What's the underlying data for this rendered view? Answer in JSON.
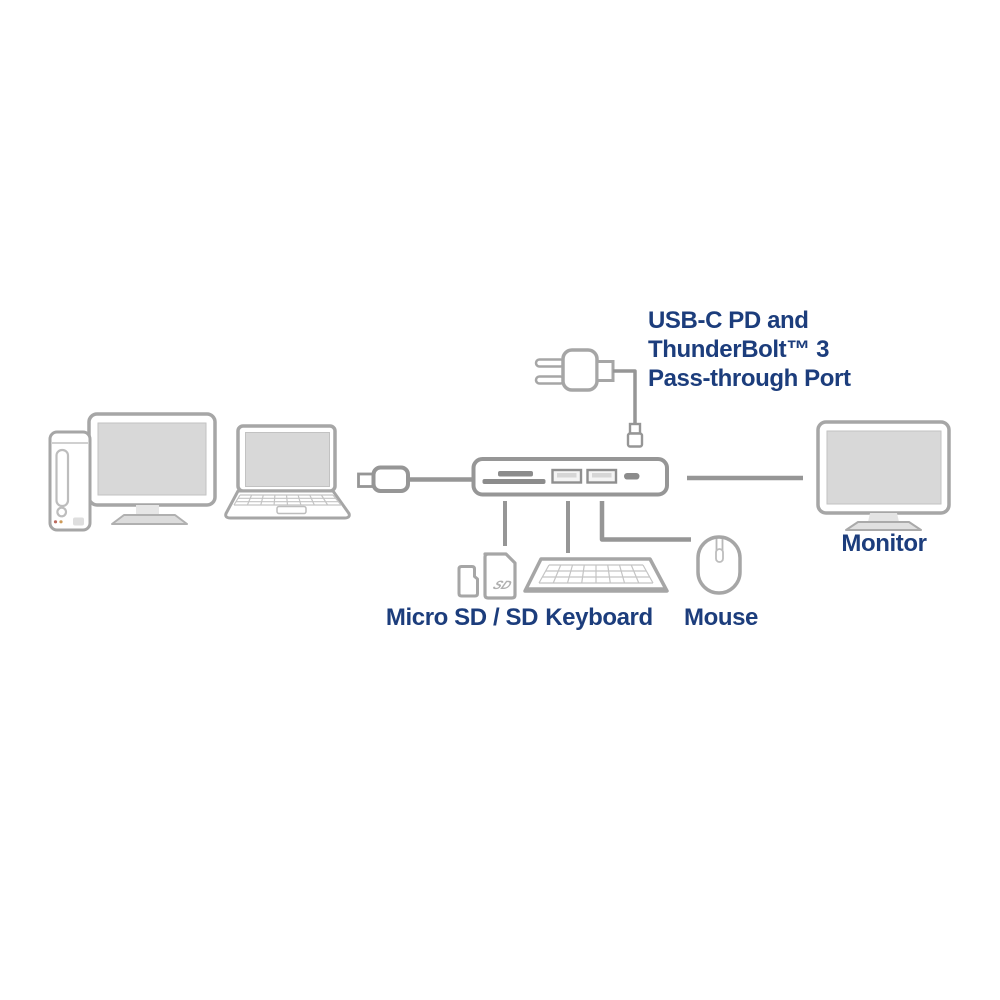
{
  "diagram": {
    "title_lines": [
      "USB-C PD and",
      "ThunderBolt™ 3",
      "Pass-through Port"
    ],
    "labels": {
      "micro_sd": "Micro SD / SD",
      "keyboard": "Keyboard",
      "mouse": "Mouse",
      "monitor": "Monitor"
    },
    "sd_logo": "SD",
    "icons": [
      "desktop-tower-icon",
      "desktop-monitor-icon",
      "laptop-icon",
      "usb-c-connector-icon",
      "usb-hub-icon",
      "power-adapter-icon",
      "usb-c-power-plug-icon",
      "monitor-icon",
      "micro-sd-card-icon",
      "sd-card-icon",
      "keyboard-icon",
      "mouse-icon"
    ],
    "colors": {
      "label_text": "#1c3d7c",
      "outline_gray": "#a6a6a6",
      "line_gray": "#969696",
      "slot_gray": "#8c8c8c",
      "screen_fill": "#d8d8d8"
    }
  }
}
